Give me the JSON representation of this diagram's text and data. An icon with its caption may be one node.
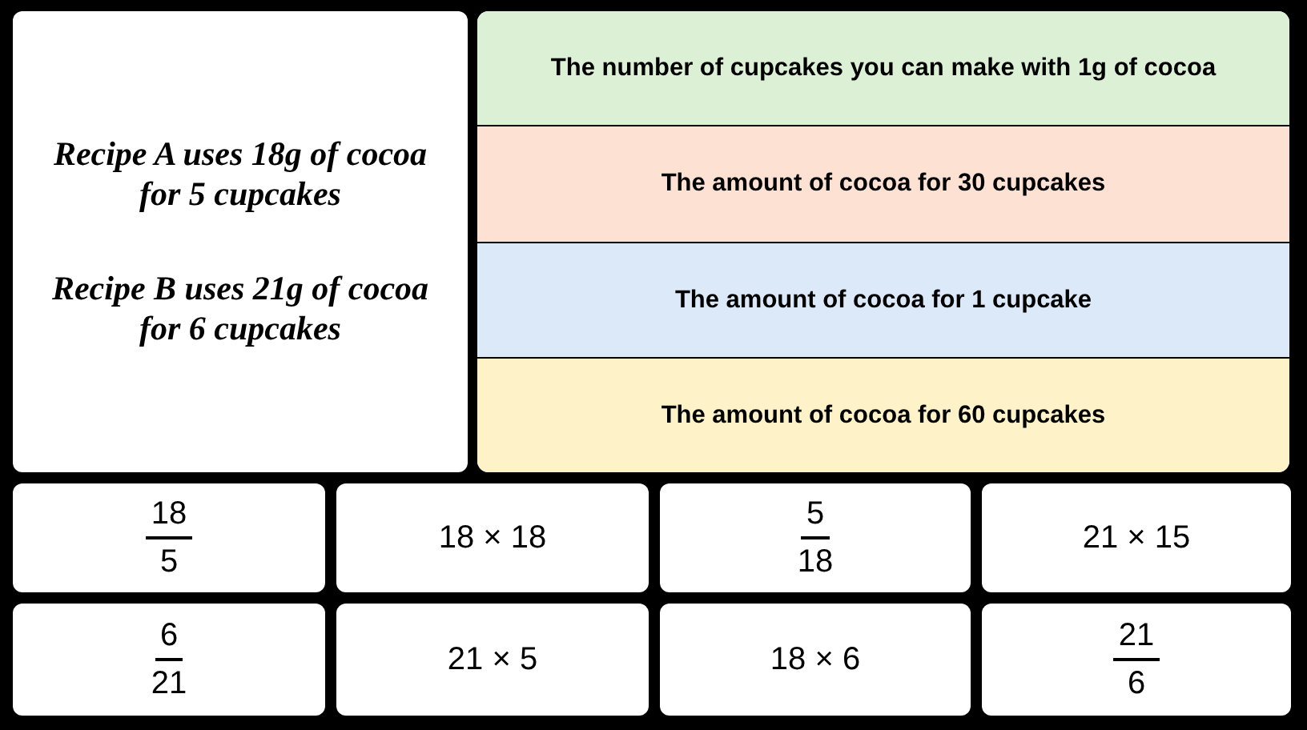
{
  "diagram": {
    "nodes": [
      {
        "text": [
          "Recipe A uses 18g of cocoa for 5 cupcakes",
          "Recipe B uses 21g of cocoa for 6 cupcakes"
        ]
      },
      {
        "text": [
          "The number of cupcakes you can make with 1g of cocoa"
        ]
      },
      {
        "text": [
          "The amount of cocoa for 30 cupcakes"
        ]
      },
      {
        "text": [
          "The amount of cocoa for 1 cupcake"
        ]
      },
      {
        "text": [
          "The amount of cocoa for 60 cupcakes"
        ]
      },
      {
        "text": [
          "18",
          "5"
        ]
      },
      {
        "text": [
          "18 × 18"
        ]
      },
      {
        "text": [
          "5",
          "18"
        ]
      },
      {
        "text": [
          "21 × 15"
        ]
      },
      {
        "text": [
          "6",
          "21"
        ]
      },
      {
        "text": [
          "21 × 5"
        ]
      },
      {
        "text": [
          "18 × 6"
        ]
      },
      {
        "text": [
          "21",
          "6"
        ]
      }
    ]
  }
}
